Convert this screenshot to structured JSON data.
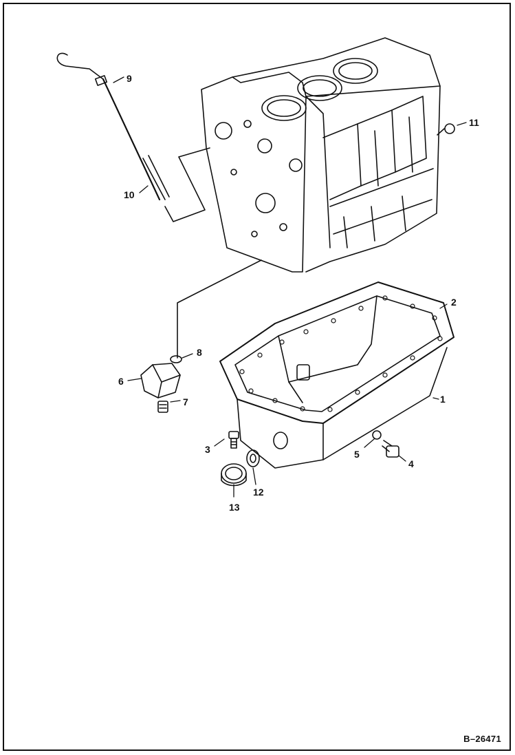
{
  "diagram": {
    "callouts": {
      "c1": "1",
      "c2": "2",
      "c3": "3",
      "c4": "4",
      "c5": "5",
      "c6": "6",
      "c7": "7",
      "c8": "8",
      "c9": "9",
      "c10": "10",
      "c11": "11",
      "c12": "12",
      "c13": "13"
    },
    "document_id": "B–26471"
  }
}
